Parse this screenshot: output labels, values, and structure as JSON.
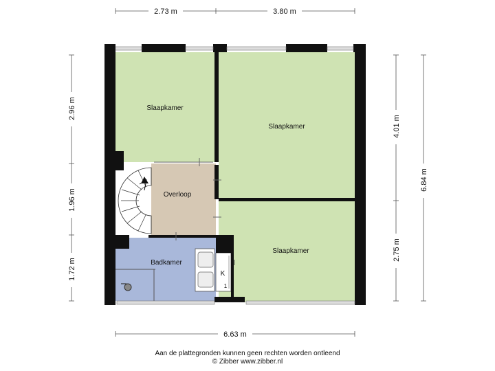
{
  "rooms": {
    "bedroom_top_left": "Slaapkamer",
    "bedroom_top_right": "Slaapkamer",
    "bedroom_bottom_right": "Slaapkamer",
    "landing": "Overloop",
    "bathroom": "Badkamer",
    "cupboard": "K",
    "cupboard_number": "1"
  },
  "dimensions": {
    "top_left": "2.73 m",
    "top_right": "3.80 m",
    "bottom_total": "6.63 m",
    "left_top": "2.96 m",
    "left_middle": "1.96 m",
    "left_bottom": "1.72 m",
    "right_top": "4.01 m",
    "right_bottom": "2.75 m",
    "right_total": "6.84 m"
  },
  "footer": {
    "disclaimer": "Aan de plattegronden kunnen geen rechten worden ontleend",
    "copyright": "© Zibber www.zibber.nl"
  },
  "colors": {
    "bedroom": "#cfe3b3",
    "landing": "#d6c8b4",
    "bathroom": "#a9b8da",
    "wall": "#111111"
  }
}
